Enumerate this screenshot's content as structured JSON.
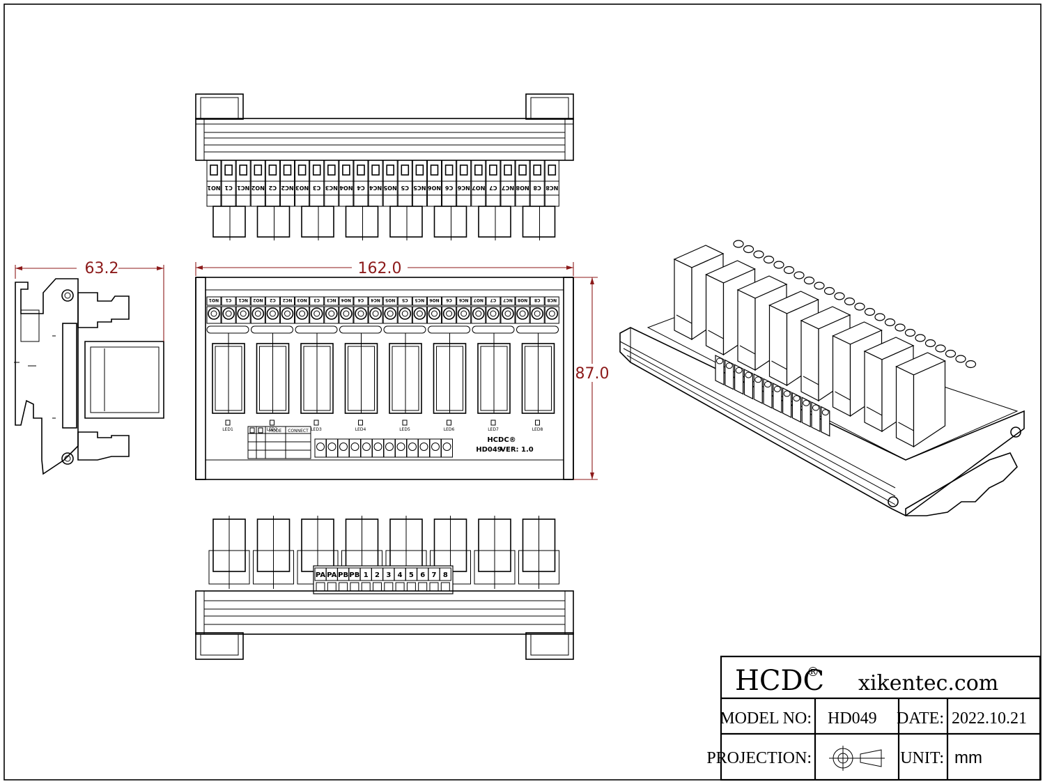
{
  "dimensions": {
    "side_width": "63.2",
    "top_width": "162.0",
    "height": "87.0"
  },
  "terminal_labels": [
    "NO1",
    "C1",
    "NC1",
    "NO2",
    "C2",
    "NC2",
    "NO3",
    "C3",
    "NC3",
    "NO4",
    "C4",
    "NC4",
    "NO5",
    "C5",
    "NC5",
    "NO6",
    "C6",
    "NC6",
    "NO7",
    "C7",
    "NC7",
    "NO8",
    "C8",
    "NC8"
  ],
  "led_labels": [
    "LED1",
    "LED2",
    "LED3",
    "LED4",
    "LED5",
    "LED6",
    "LED7",
    "LED8"
  ],
  "board": {
    "brand": "HCDC®",
    "model_line": "HD049",
    "version_line": "VER: 1.0",
    "mode_header": "MODE",
    "connect_header": "CONNECT"
  },
  "bottom_terminals": [
    "PA",
    "PA",
    "PB",
    "PB",
    "1",
    "2",
    "3",
    "4",
    "5",
    "6",
    "7",
    "8"
  ],
  "title_block": {
    "brand": "HCDC",
    "brand_mark": "®",
    "website": "xikentec.com",
    "model_label": "MODEL NO:",
    "model_value": "HD049",
    "date_label": "DATE:",
    "date_value": "2022.10.21",
    "projection_label": "PROJECTION:",
    "unit_label": "UNIT:",
    "unit_value": "mm"
  },
  "colors": {
    "line": "#000000",
    "dimension": "#8c1a1a",
    "background": "#ffffff"
  }
}
